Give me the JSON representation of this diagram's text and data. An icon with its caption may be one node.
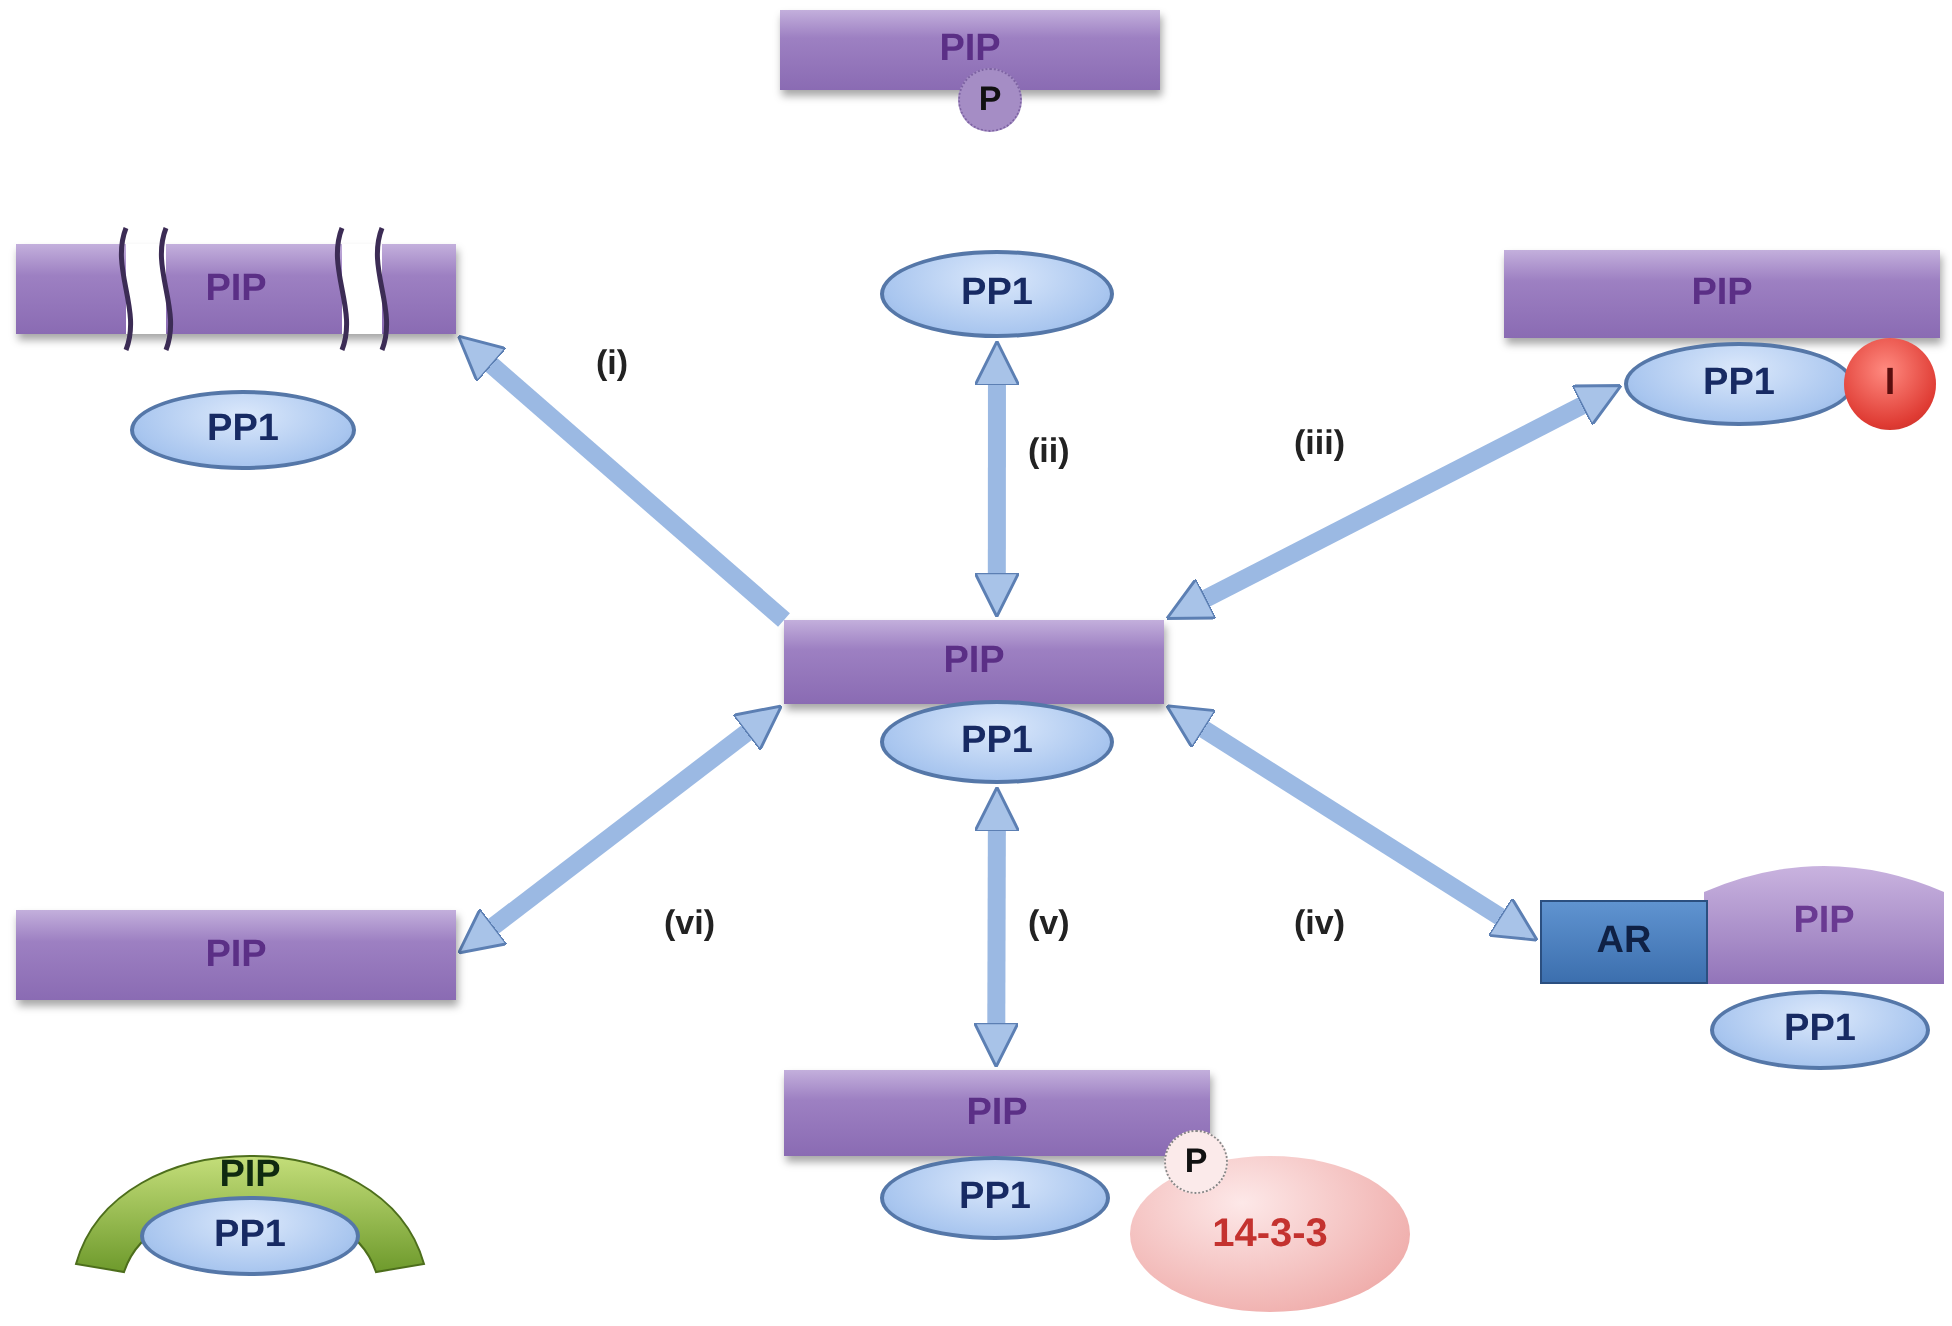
{
  "diagram": {
    "nodes": [
      {
        "text": [
          "PIP"
        ]
      },
      {
        "text": [
          "P"
        ]
      },
      {
        "text": [
          "PP1"
        ]
      },
      {
        "text": [
          "PIP"
        ]
      },
      {
        "text": [
          "PP1"
        ]
      },
      {
        "text": [
          "PIP"
        ]
      },
      {
        "text": [
          "PP1"
        ]
      },
      {
        "text": [
          "I"
        ]
      },
      {
        "text": [
          "PIP"
        ]
      },
      {
        "text": [
          "PP1"
        ]
      },
      {
        "text": [
          "AR"
        ]
      },
      {
        "text": [
          "PIP"
        ]
      },
      {
        "text": [
          "PIP"
        ]
      },
      {
        "text": [
          "PIP"
        ]
      },
      {
        "text": [
          "PP1"
        ]
      },
      {
        "text": [
          "PIP"
        ]
      },
      {
        "text": [
          "P"
        ]
      },
      {
        "text": [
          "PP1"
        ]
      },
      {
        "text": [
          "14-3-3"
        ]
      },
      {
        "text": [
          "PP1"
        ]
      }
    ],
    "edges": [
      {
        "from": 8,
        "to": 3,
        "arrow": "to",
        "label": "(i)"
      },
      {
        "from": 8,
        "to": 2,
        "arrow": "both",
        "label": "(ii)"
      },
      {
        "from": 8,
        "to": 6,
        "arrow": "both",
        "label": "(iii)"
      },
      {
        "from": 8,
        "to": 10,
        "arrow": "both",
        "label": "(iv)"
      },
      {
        "from": 9,
        "to": 15,
        "arrow": "both",
        "label": "(v)"
      },
      {
        "from": 8,
        "to": 12,
        "arrow": "both",
        "label": "(vi)"
      }
    ]
  }
}
